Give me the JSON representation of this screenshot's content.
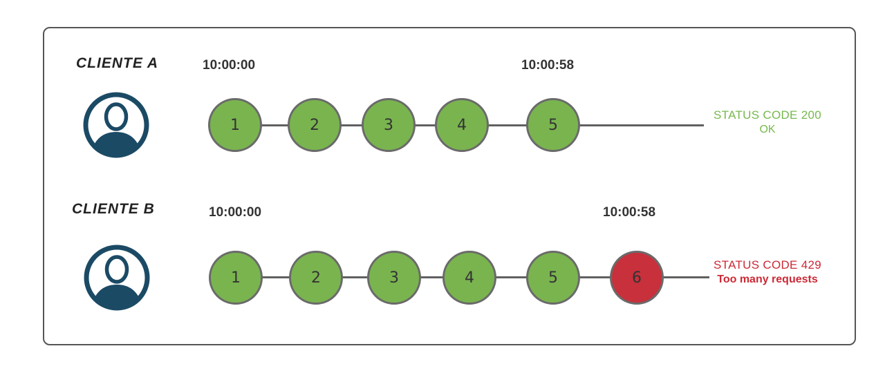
{
  "diagram_title": "rate-limiting-clients-diagram",
  "colors": {
    "success_green": "#7ab44f",
    "limited_red": "#c8303c",
    "status_ok_text": "#76b84c",
    "status_err_text": "#cc2936",
    "avatar_navy": "#1b4a65",
    "line_gray": "#606060",
    "frame_gray": "#555555"
  },
  "icons": {
    "client_avatar": "user-profile-icon"
  },
  "rows": [
    {
      "client": "CLIENTE A",
      "start_time": "10:00:00",
      "end_time": "10:00:58",
      "requests": [
        {
          "label": "1",
          "state": "success"
        },
        {
          "label": "2",
          "state": "success"
        },
        {
          "label": "3",
          "state": "success"
        },
        {
          "label": "4",
          "state": "success"
        },
        {
          "label": "5",
          "state": "success"
        }
      ],
      "status": {
        "line1": "STATUS CODE 200",
        "line2": "OK"
      }
    },
    {
      "client": "CLIENTE B",
      "start_time": "10:00:00",
      "end_time": "10:00:58",
      "requests": [
        {
          "label": "1",
          "state": "success"
        },
        {
          "label": "2",
          "state": "success"
        },
        {
          "label": "3",
          "state": "success"
        },
        {
          "label": "4",
          "state": "success"
        },
        {
          "label": "5",
          "state": "success"
        },
        {
          "label": "6",
          "state": "limited"
        }
      ],
      "status": {
        "line1": "STATUS CODE 429",
        "line2": "Too many requests"
      }
    }
  ]
}
